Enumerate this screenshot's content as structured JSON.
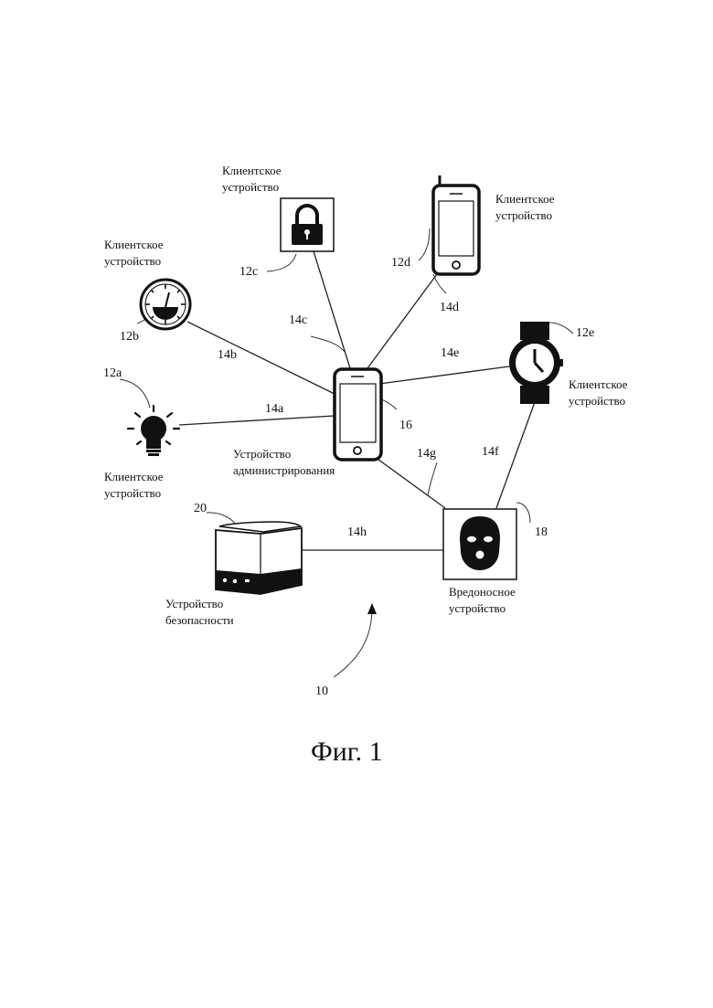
{
  "figure": {
    "caption": "Фиг. 1",
    "system_ref": "10"
  },
  "labels": {
    "client_device": [
      "Клиентское",
      "устройство"
    ],
    "admin_device": [
      "Устройство",
      "администрирования"
    ],
    "malicious_device": [
      "Вредоносное",
      "устройство"
    ],
    "security_device": [
      "Устройство",
      "безопасности"
    ]
  },
  "refs": {
    "d12a": "12a",
    "d12b": "12b",
    "d12c": "12c",
    "d12d": "12d",
    "d12e": "12e",
    "admin": "16",
    "malicious": "18",
    "security": "20",
    "l14a": "14a",
    "l14b": "14b",
    "l14c": "14c",
    "l14d": "14d",
    "l14e": "14e",
    "l14f": "14f",
    "l14g": "14g",
    "l14h": "14h"
  },
  "icons": {
    "d12a": "light-bulb-icon",
    "d12b": "gauge-icon",
    "d12c": "padlock-icon",
    "d12d": "mobile-phone-icon",
    "d12e": "wristwatch-icon",
    "admin": "smartphone-icon",
    "malicious": "balaclava-mask-icon",
    "security": "security-box-icon"
  }
}
